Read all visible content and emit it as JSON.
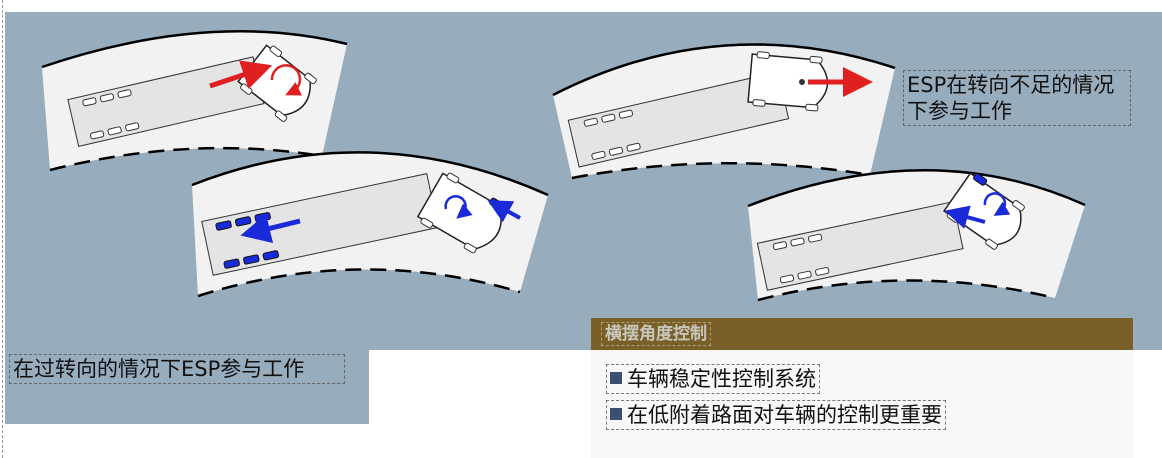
{
  "labels": {
    "esp_understeer": "ESP在转向不足的情况下参与工作",
    "esp_oversteer": "在过转向的情况下ESP参与工作"
  },
  "yaw_control": {
    "header": "横摆角度控制",
    "bullets": [
      "车辆稳定性控制系统",
      "在低附着路面对车辆的控制更重要"
    ]
  },
  "icons": [
    "force-arrow-icon",
    "yaw-rotation-icon",
    "wheel-icon"
  ],
  "colors": {
    "panel": "#97adbd",
    "road": "#f2f2f2",
    "header": "#7a6028",
    "arrow_red": "#e02020",
    "arrow_blue": "#1a2ad8",
    "bullet": "#3a4f73"
  }
}
